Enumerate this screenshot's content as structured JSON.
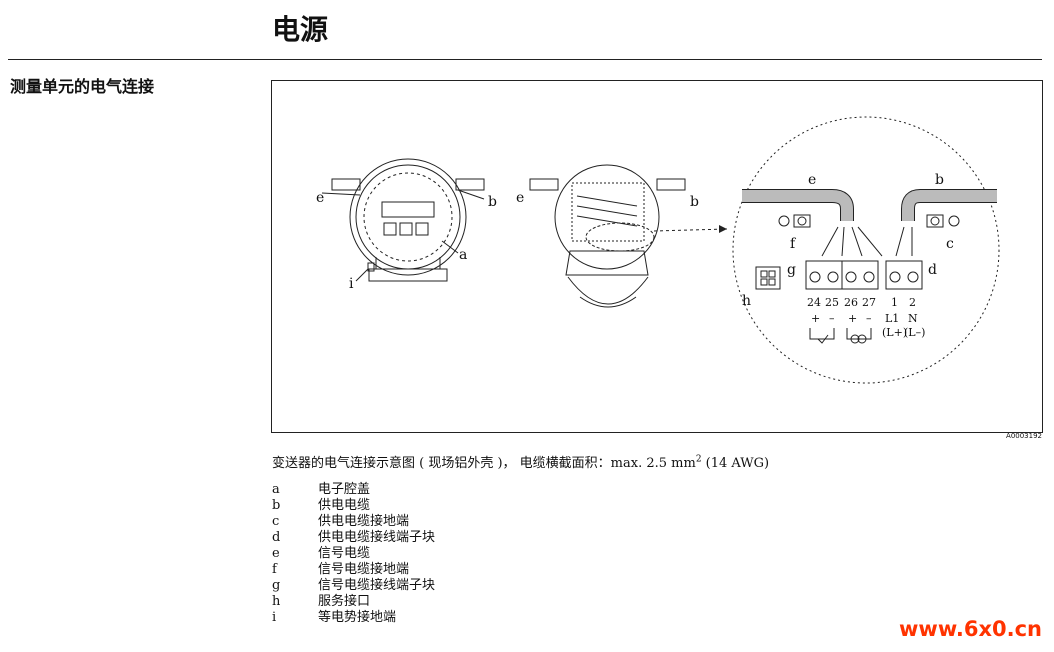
{
  "page": {
    "title": "电源",
    "section_title": "测量单元的电气连接"
  },
  "figure": {
    "id": "A0003192",
    "caption_prefix": "变送器的电气连接示意图 ( 现场铝外壳 )， 电缆横截面积：max. 2.5 mm",
    "caption_sup": "2",
    "caption_suffix": " (14 AWG)",
    "callouts": {
      "a": "a",
      "b": "b",
      "c": "c",
      "d": "d",
      "e": "e",
      "f": "f",
      "g": "g",
      "h": "h",
      "i": "i"
    },
    "terminals": {
      "t24": "24",
      "t25": "25",
      "t26": "26",
      "t27": "27",
      "t1": "1",
      "t2": "2",
      "plus1": "+",
      "minus1": "–",
      "plus2": "+",
      "minus2": "–",
      "l1": "L1",
      "n": "N",
      "lplus": "(L+)",
      "lminus": "(L–)"
    }
  },
  "legend": [
    {
      "key": "a",
      "text": "电子腔盖"
    },
    {
      "key": "b",
      "text": "供电电缆"
    },
    {
      "key": "c",
      "text": "供电电缆接地端"
    },
    {
      "key": "d",
      "text": "供电电缆接线端子块"
    },
    {
      "key": "e",
      "text": "信号电缆"
    },
    {
      "key": "f",
      "text": "信号电缆接地端"
    },
    {
      "key": "g",
      "text": "信号电缆接线端子块"
    },
    {
      "key": "h",
      "text": "服务接口"
    },
    {
      "key": "i",
      "text": "等电势接地端"
    }
  ],
  "watermark": "www.6x0.cn"
}
